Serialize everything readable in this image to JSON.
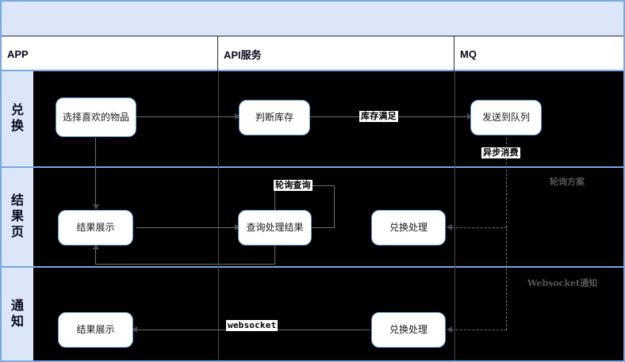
{
  "diagram": {
    "type": "swimlane-flowchart",
    "pools": [
      {
        "id": "app",
        "label": "APP"
      },
      {
        "id": "api",
        "label": "API服务"
      },
      {
        "id": "mq",
        "label": "MQ"
      }
    ],
    "lanes": [
      {
        "id": "exchange",
        "label": "兑换"
      },
      {
        "id": "result-page",
        "label": "结果页"
      },
      {
        "id": "notify",
        "label": "通知"
      }
    ],
    "nodes": [
      {
        "id": "n1",
        "label": "选择喜欢的物品",
        "lane": "exchange",
        "pool": "app"
      },
      {
        "id": "n2",
        "label": "判断库存",
        "lane": "exchange",
        "pool": "api"
      },
      {
        "id": "n3",
        "label": "发送到队列",
        "lane": "exchange",
        "pool": "mq"
      },
      {
        "id": "n4",
        "label": "结果展示",
        "lane": "result-page",
        "pool": "app"
      },
      {
        "id": "n5",
        "label": "查询处理结果",
        "lane": "result-page",
        "pool": "api"
      },
      {
        "id": "n6",
        "label": "兑换处理",
        "lane": "result-page",
        "pool": "api"
      },
      {
        "id": "n7",
        "label": "结果展示",
        "lane": "notify",
        "pool": "app"
      },
      {
        "id": "n8",
        "label": "兑换处理",
        "lane": "notify",
        "pool": "api"
      }
    ],
    "edge_labels": [
      {
        "id": "e1",
        "text": "库存满足"
      },
      {
        "id": "e2",
        "text": "异步消费"
      },
      {
        "id": "e3",
        "text": "轮询查询"
      },
      {
        "id": "e4",
        "text": "websocket"
      }
    ],
    "group_labels": [
      {
        "id": "g1",
        "text": "轮询方案"
      },
      {
        "id": "g2",
        "text": "Websocket通知"
      }
    ],
    "colors": {
      "lane_fill": "#dce6f9",
      "lane_border": "#7ba7e0",
      "canvas": "#000000",
      "node_fill": "#ffffff",
      "node_border": "#5b9bd5",
      "edge": "#6e6e6e",
      "group_label": "#575757"
    }
  }
}
